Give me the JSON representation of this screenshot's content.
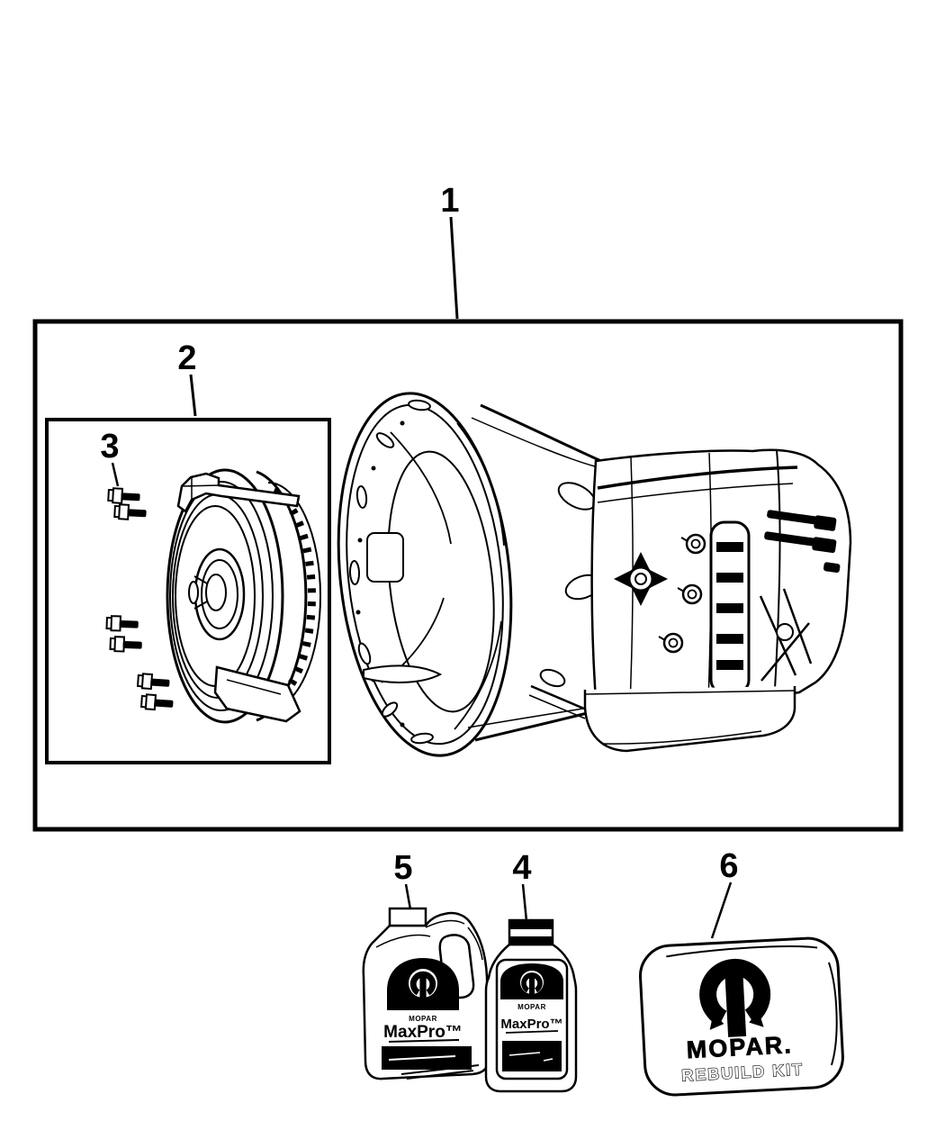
{
  "colors": {
    "background": "#ffffff",
    "line": "#000000"
  },
  "callouts": {
    "item1": "1",
    "item2": "2",
    "item3": "3",
    "item4": "4",
    "item5": "5",
    "item6": "6"
  },
  "gallon_jug": {
    "logo_text": "MOPAR",
    "product_name": "MaxPro™"
  },
  "quart_bottle": {
    "logo_text": "MOPAR",
    "product_name": "MaxPro™"
  },
  "rebuild_kit": {
    "brand": "MOPAR.",
    "kit_label": "REBUILD KIT"
  }
}
